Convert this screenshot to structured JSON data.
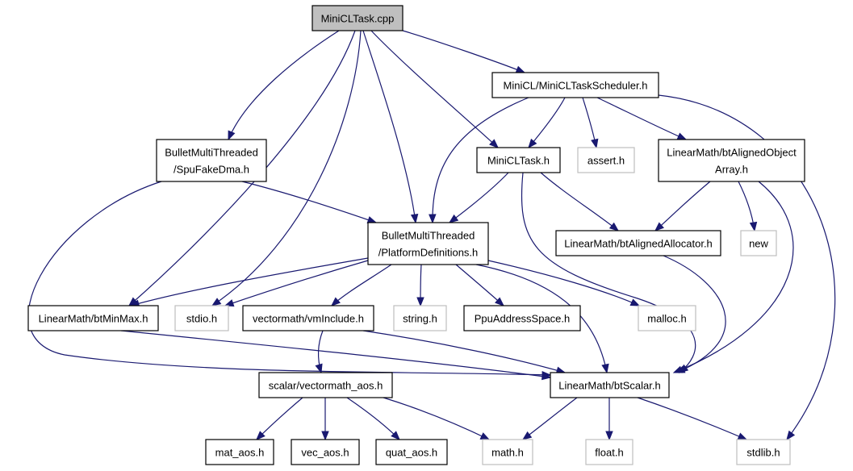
{
  "diagram": {
    "colors": {
      "edge": "#191970",
      "focus_fill": "#bfbfbf",
      "normal_border": "#000000",
      "system_border": "#bfbfbf",
      "text": "#000000"
    },
    "nodes": [
      {
        "id": "minicltask-cpp",
        "lines": [
          "MiniCLTask.cpp"
        ],
        "kind": "focus"
      },
      {
        "id": "minicl-scheduler-h",
        "lines": [
          "MiniCL/MiniCLTaskScheduler.h"
        ],
        "kind": "normal"
      },
      {
        "id": "spufakedma-h",
        "lines": [
          "BulletMultiThreaded",
          "/SpuFakeDma.h"
        ],
        "kind": "normal"
      },
      {
        "id": "minicltask-h",
        "lines": [
          "MiniCLTask.h"
        ],
        "kind": "normal"
      },
      {
        "id": "assert-h",
        "lines": [
          "assert.h"
        ],
        "kind": "system"
      },
      {
        "id": "btalignedobjectarray-h",
        "lines": [
          "LinearMath/btAlignedObject",
          "Array.h"
        ],
        "kind": "normal"
      },
      {
        "id": "platformdefinitions-h",
        "lines": [
          "BulletMultiThreaded",
          "/PlatformDefinitions.h"
        ],
        "kind": "normal"
      },
      {
        "id": "btalignedallocator-h",
        "lines": [
          "LinearMath/btAlignedAllocator.h"
        ],
        "kind": "normal"
      },
      {
        "id": "new",
        "lines": [
          "new"
        ],
        "kind": "system"
      },
      {
        "id": "btminmax-h",
        "lines": [
          "LinearMath/btMinMax.h"
        ],
        "kind": "normal"
      },
      {
        "id": "stdio-h",
        "lines": [
          "stdio.h"
        ],
        "kind": "system"
      },
      {
        "id": "vminclude-h",
        "lines": [
          "vectormath/vmInclude.h"
        ],
        "kind": "normal"
      },
      {
        "id": "string-h",
        "lines": [
          "string.h"
        ],
        "kind": "system"
      },
      {
        "id": "ppuaddressspace-h",
        "lines": [
          "PpuAddressSpace.h"
        ],
        "kind": "normal"
      },
      {
        "id": "malloc-h",
        "lines": [
          "malloc.h"
        ],
        "kind": "system"
      },
      {
        "id": "vectormath-aos-h",
        "lines": [
          "scalar/vectormath_aos.h"
        ],
        "kind": "normal"
      },
      {
        "id": "btscalar-h",
        "lines": [
          "LinearMath/btScalar.h"
        ],
        "kind": "normal"
      },
      {
        "id": "mat-aos-h",
        "lines": [
          "mat_aos.h"
        ],
        "kind": "normal"
      },
      {
        "id": "vec-aos-h",
        "lines": [
          "vec_aos.h"
        ],
        "kind": "normal"
      },
      {
        "id": "quat-aos-h",
        "lines": [
          "quat_aos.h"
        ],
        "kind": "normal"
      },
      {
        "id": "math-h",
        "lines": [
          "math.h"
        ],
        "kind": "system"
      },
      {
        "id": "float-h",
        "lines": [
          "float.h"
        ],
        "kind": "system"
      },
      {
        "id": "stdlib-h",
        "lines": [
          "stdlib.h"
        ],
        "kind": "system"
      }
    ],
    "edges": [
      {
        "from": "minicltask-cpp",
        "to": "minicl-scheduler-h"
      },
      {
        "from": "minicltask-cpp",
        "to": "spufakedma-h"
      },
      {
        "from": "minicltask-cpp",
        "to": "minicltask-h"
      },
      {
        "from": "minicltask-cpp",
        "to": "platformdefinitions-h"
      },
      {
        "from": "minicltask-cpp",
        "to": "btminmax-h"
      },
      {
        "from": "minicltask-cpp",
        "to": "stdio-h"
      },
      {
        "from": "minicl-scheduler-h",
        "to": "minicltask-h"
      },
      {
        "from": "minicl-scheduler-h",
        "to": "assert-h"
      },
      {
        "from": "minicl-scheduler-h",
        "to": "btalignedobjectarray-h"
      },
      {
        "from": "minicl-scheduler-h",
        "to": "platformdefinitions-h"
      },
      {
        "from": "minicl-scheduler-h",
        "to": "stdlib-h"
      },
      {
        "from": "spufakedma-h",
        "to": "platformdefinitions-h"
      },
      {
        "from": "spufakedma-h",
        "to": "btscalar-h"
      },
      {
        "from": "minicltask-h",
        "to": "platformdefinitions-h"
      },
      {
        "from": "minicltask-h",
        "to": "btalignedallocator-h"
      },
      {
        "from": "minicltask-h",
        "to": "btscalar-h"
      },
      {
        "from": "btalignedobjectarray-h",
        "to": "btalignedallocator-h"
      },
      {
        "from": "btalignedobjectarray-h",
        "to": "new"
      },
      {
        "from": "btalignedobjectarray-h",
        "to": "btscalar-h"
      },
      {
        "from": "platformdefinitions-h",
        "to": "btminmax-h"
      },
      {
        "from": "platformdefinitions-h",
        "to": "stdio-h"
      },
      {
        "from": "platformdefinitions-h",
        "to": "vminclude-h"
      },
      {
        "from": "platformdefinitions-h",
        "to": "string-h"
      },
      {
        "from": "platformdefinitions-h",
        "to": "ppuaddressspace-h"
      },
      {
        "from": "platformdefinitions-h",
        "to": "malloc-h"
      },
      {
        "from": "platformdefinitions-h",
        "to": "btscalar-h"
      },
      {
        "from": "btalignedallocator-h",
        "to": "btscalar-h"
      },
      {
        "from": "btminmax-h",
        "to": "btscalar-h"
      },
      {
        "from": "vminclude-h",
        "to": "vectormath-aos-h"
      },
      {
        "from": "vminclude-h",
        "to": "btscalar-h"
      },
      {
        "from": "vectormath-aos-h",
        "to": "mat-aos-h"
      },
      {
        "from": "vectormath-aos-h",
        "to": "vec-aos-h"
      },
      {
        "from": "vectormath-aos-h",
        "to": "quat-aos-h"
      },
      {
        "from": "vectormath-aos-h",
        "to": "math-h"
      },
      {
        "from": "btscalar-h",
        "to": "math-h"
      },
      {
        "from": "btscalar-h",
        "to": "float-h"
      },
      {
        "from": "btscalar-h",
        "to": "stdlib-h"
      }
    ]
  }
}
